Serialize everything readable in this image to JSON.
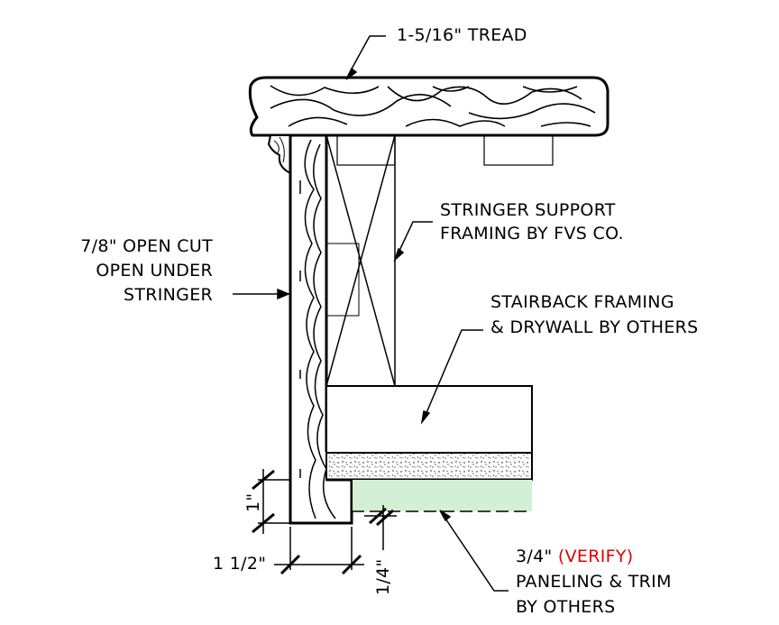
{
  "labels": {
    "tread": "1-5/16\" TREAD",
    "stringer_support_1": "STRINGER SUPPORT",
    "stringer_support_2": "FRAMING BY FVS CO.",
    "open_cut_1": "7/8\" OPEN CUT",
    "open_cut_2": "OPEN UNDER",
    "open_cut_3": "STRINGER",
    "stairback_1": "STAIRBACK FRAMING",
    "stairback_2": "& DRYWALL BY OTHERS",
    "paneling_dim": "3/4\"",
    "paneling_verify": "(VERIFY)",
    "paneling_2": "PANELING & TRIM",
    "paneling_3": "BY OTHERS"
  },
  "dimensions": {
    "one_inch": "1\"",
    "one_and_half": "1 1/2\"",
    "quarter": "1/4\""
  },
  "colors": {
    "line": "#000000",
    "paneling_fill": "#d4f0d4",
    "verify_text": "#e00000"
  }
}
